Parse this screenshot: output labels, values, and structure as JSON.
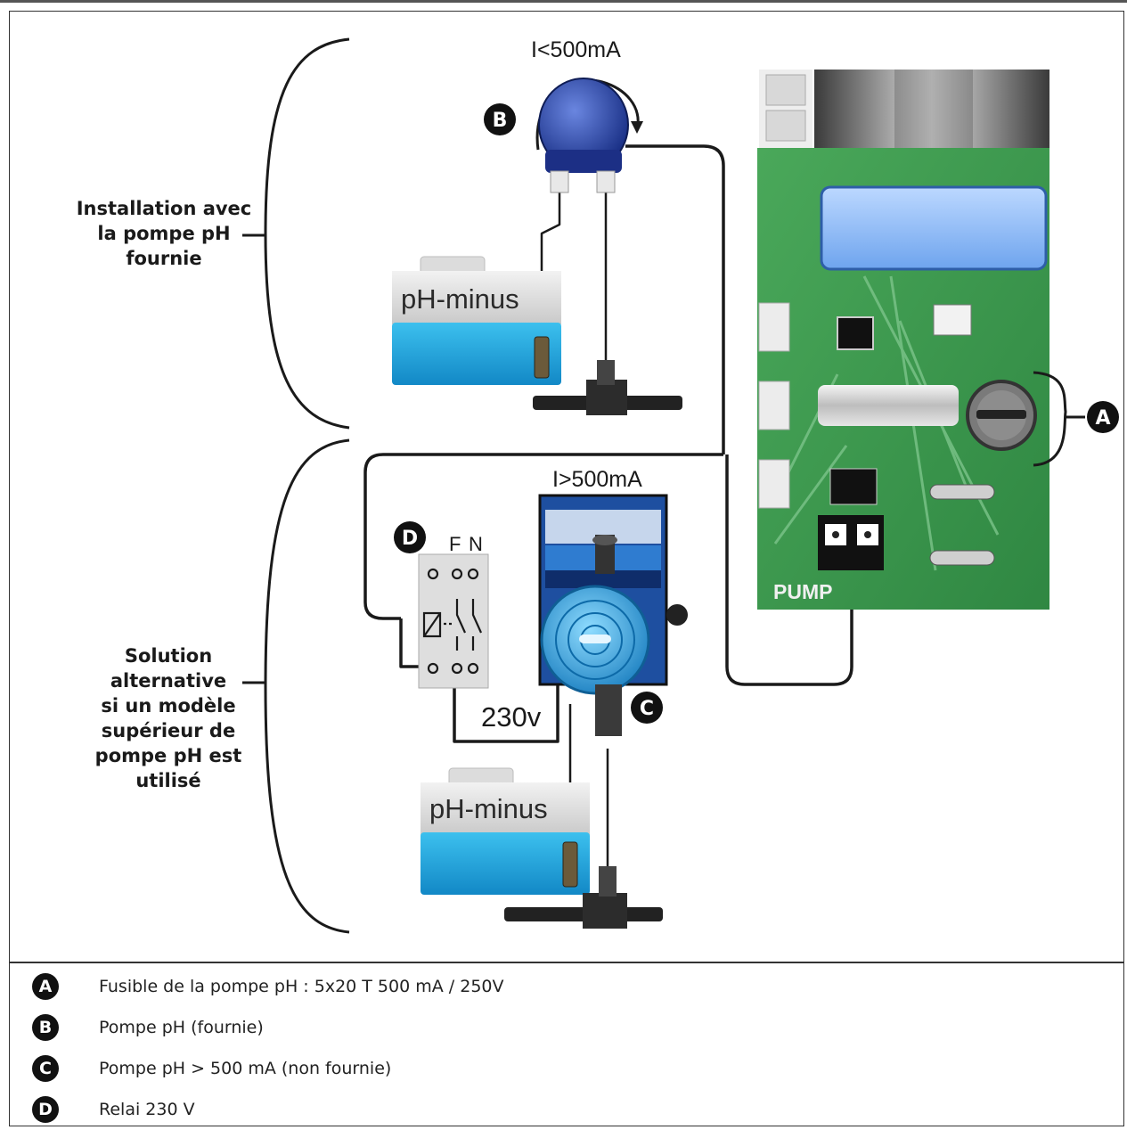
{
  "diagram": {
    "labels": {
      "current_low": "I<500mA",
      "current_high": "I>500mA",
      "tank_label_top": "pH-minus",
      "tank_label_bottom": "pH-minus",
      "relay_phase": "F",
      "relay_neutral": "N",
      "mains_voltage": "230v",
      "board_port": "PUMP"
    },
    "callouts": {
      "a": "A",
      "b": "B",
      "c": "C",
      "d": "D"
    },
    "brackets": {
      "top_lines": [
        "Installation avec",
        "la pompe pH",
        "fournie"
      ],
      "bottom_lines": [
        "Solution",
        "alternative",
        "si un modèle",
        "supérieur de",
        "pompe pH est",
        "utilisé"
      ]
    },
    "colors": {
      "pcb_green": "#3d9a4e",
      "tank_blue": "#1aa6de",
      "pump_blue": "#1f3a9c",
      "dosing_pump_blue": "#2a9fd6",
      "wire": "#1a1a1a"
    }
  },
  "legend": [
    {
      "key": "A",
      "text": "Fusible de la pompe pH : 5x20 T 500 mA / 250V"
    },
    {
      "key": "B",
      "text": "Pompe pH (fournie)"
    },
    {
      "key": "C",
      "text": "Pompe pH > 500 mA (non fournie)"
    },
    {
      "key": "D",
      "text": "Relai 230 V"
    }
  ]
}
